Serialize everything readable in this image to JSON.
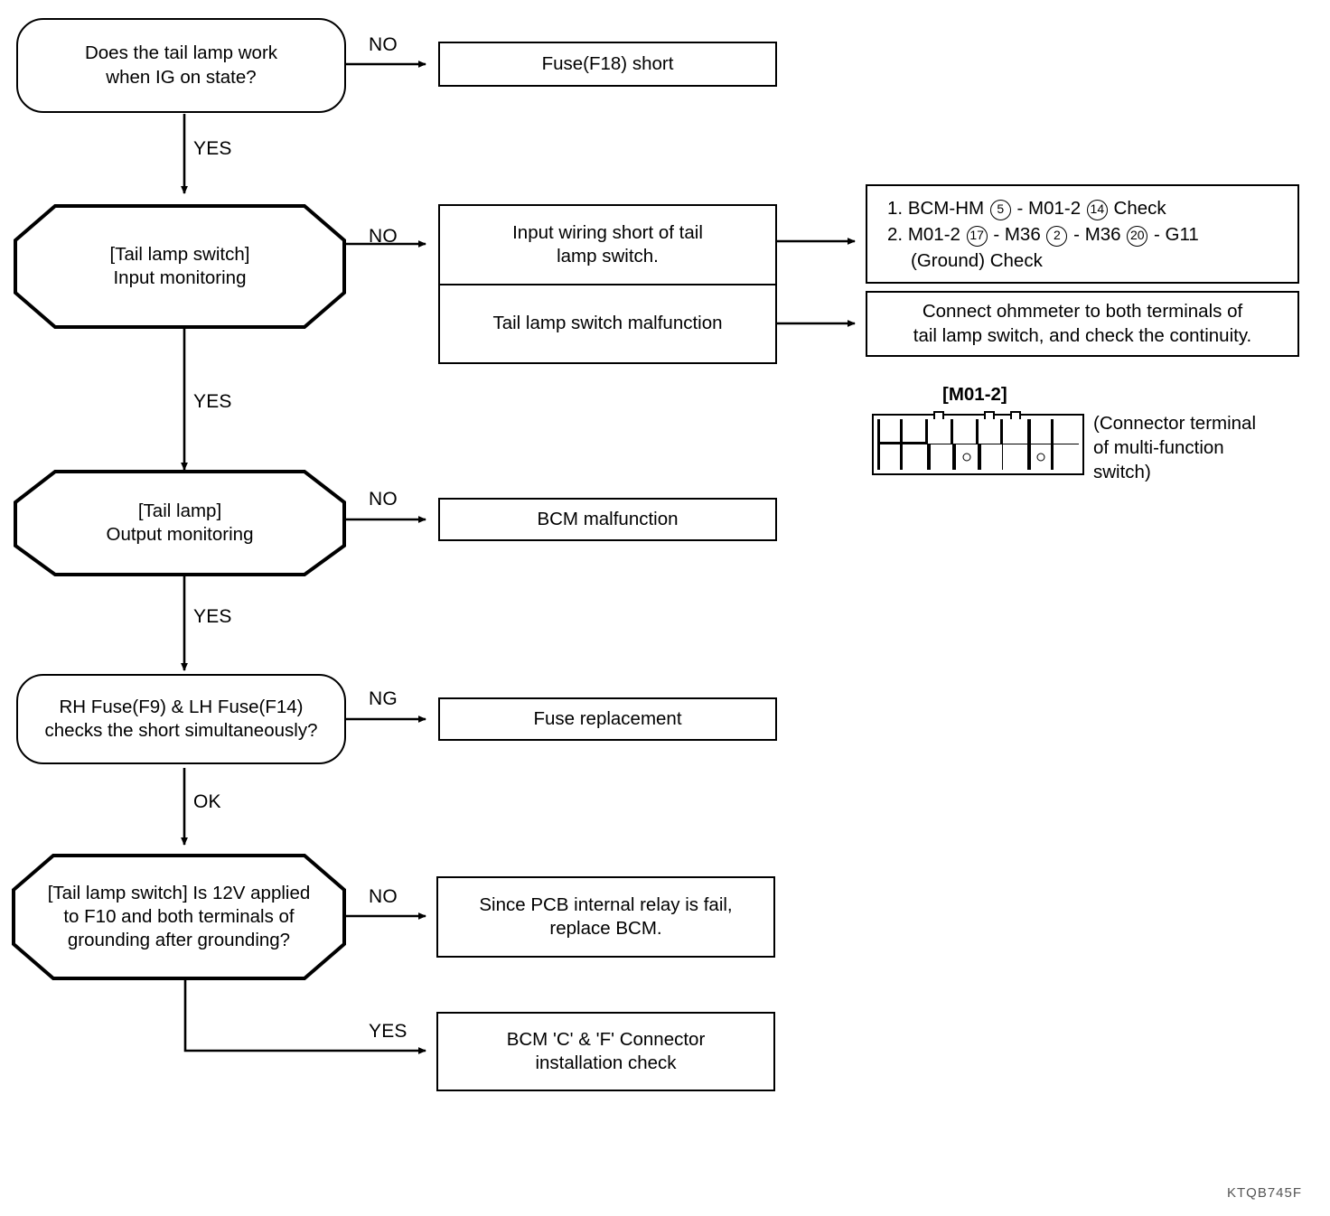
{
  "diagram": {
    "title": "Tail lamp diagnostic flowchart",
    "watermark": "KTQB745F",
    "line_color": "#000000",
    "background_color": "#ffffff"
  },
  "nodes": {
    "q1": {
      "line1": "Does the tail lamp work",
      "line2": "when IG on state?"
    },
    "r1": {
      "text": "Fuse(F18) short"
    },
    "q2": {
      "line1": "[Tail lamp switch]",
      "line2": "Input monitoring"
    },
    "r2a": {
      "line1": "Input wiring short of tail",
      "line2": "lamp switch."
    },
    "r2b": {
      "text": "Tail lamp switch malfunction"
    },
    "q3": {
      "line1": "[Tail lamp]",
      "line2": "Output monitoring"
    },
    "r3": {
      "text": "BCM malfunction"
    },
    "q4": {
      "line1": "RH Fuse(F9) & LH Fuse(F14)",
      "line2": "checks the short simultaneously?"
    },
    "r4": {
      "text": "Fuse replacement"
    },
    "q5": {
      "line1": "[Tail lamp switch] Is 12V applied",
      "line2": "to F10 and both terminals of",
      "line3": "grounding after grounding?"
    },
    "r5": {
      "line1": "Since PCB internal relay is fail,",
      "line2": "replace BCM."
    },
    "r6": {
      "line1": "BCM 'C' & 'F' Connector",
      "line2": "installation check"
    }
  },
  "check_list": {
    "item1": {
      "number": "1.",
      "part_a": "BCM-HM",
      "circle_a": "5",
      "sep_a": "-",
      "part_b": "M01-2",
      "circle_b": "14",
      "tail": "Check"
    },
    "item2": {
      "number": "2.",
      "part_a": "M01-2",
      "circle_a": "17",
      "sep_a": "-",
      "part_b": "M36",
      "circle_b": "2",
      "sep_b": "-",
      "part_c": "M36",
      "circle_c": "20",
      "sep_c": "-",
      "part_d": "G11",
      "continuation": "(Ground) Check"
    }
  },
  "ohm_box": {
    "line1": "Connect ohmmeter to both terminals of",
    "line2": "tail lamp switch, and check the continuity."
  },
  "connector": {
    "title": "[M01-2]",
    "caption_line1": "(Connector terminal",
    "caption_line2": "of multi-function",
    "caption_line3": "switch)",
    "rows": 2,
    "columns": 8
  },
  "edge_labels": {
    "no1": "NO",
    "yes1": "YES",
    "no2": "NO",
    "yes2": "YES",
    "no3": "NO",
    "yes3": "YES",
    "ng4": "NG",
    "ok4": "OK",
    "no5": "NO",
    "yes5": "YES"
  }
}
